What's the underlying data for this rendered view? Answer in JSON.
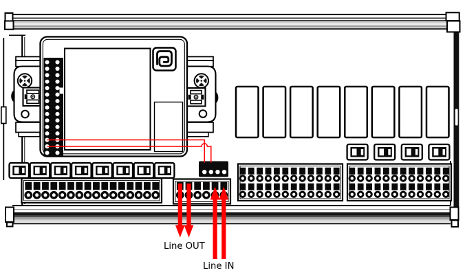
{
  "figure": {
    "type": "wiring-diagram",
    "labels": {
      "line_out": "Line OUT",
      "line_in": "Line IN"
    },
    "colors": {
      "wire": "#ff0000",
      "outline": "#000000",
      "background": "#ffffff"
    },
    "components": {
      "relay_slots": 8,
      "left_jumpers": 8,
      "right_jumpers": 4,
      "left_terminals": 16,
      "mid_terminals": 6,
      "mid_connector_pins": 4,
      "right_terminal_blocks": 2,
      "right_terminal_columns": 12,
      "right_terminal_rows": 2,
      "header_pin_rows": 15,
      "header_pin_columns": 2,
      "line_out_arrows": 2,
      "line_in_arrows": 2
    }
  }
}
